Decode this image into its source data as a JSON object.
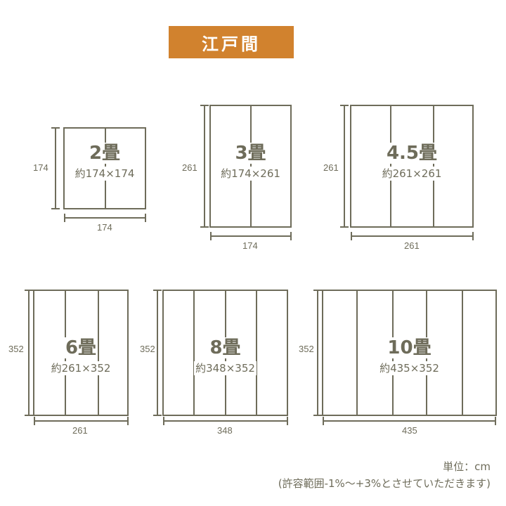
{
  "header": {
    "title": "江戸間",
    "banner_color": "#d1822e"
  },
  "line_color": "#6e6c5a",
  "rooms": [
    {
      "name": "2畳",
      "size_label": "約174×174",
      "width_label": "174",
      "height_label": "174",
      "panels": 2
    },
    {
      "name": "3畳",
      "size_label": "約174×261",
      "width_label": "174",
      "height_label": "261",
      "panels": 2
    },
    {
      "name": "4.5畳",
      "size_label": "約261×261",
      "width_label": "261",
      "height_label": "261",
      "panels": 3
    },
    {
      "name": "6畳",
      "size_label": "約261×352",
      "width_label": "261",
      "height_label": "352",
      "panels": 3
    },
    {
      "name": "8畳",
      "size_label": "約348×352",
      "width_label": "348",
      "height_label": "352",
      "panels": 4
    },
    {
      "name": "10畳",
      "size_label": "約435×352",
      "width_label": "435",
      "height_label": "352",
      "panels": 5
    }
  ],
  "notes": {
    "unit": "単位：cm",
    "tolerance": "(許容範囲-1%～+3%とさせていただきます)"
  }
}
